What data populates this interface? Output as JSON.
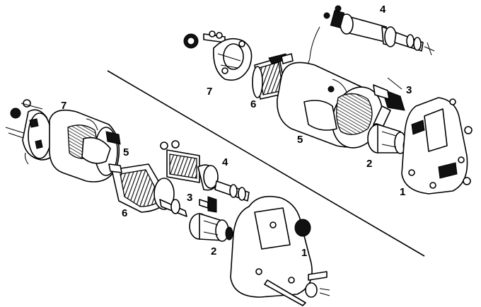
{
  "labels": {
    "upper_1": "1",
    "upper_2": "2",
    "upper_3": "3",
    "upper_4": "4",
    "upper_5": "5",
    "upper_6": "6",
    "upper_7": "7",
    "lower_1": "1",
    "lower_2": "2",
    "lower_3": "3",
    "lower_4": "4",
    "lower_5": "5",
    "lower_6": "6",
    "lower_7": "7"
  },
  "colors": {
    "ink": "#000000",
    "paper": "#ffffff"
  }
}
